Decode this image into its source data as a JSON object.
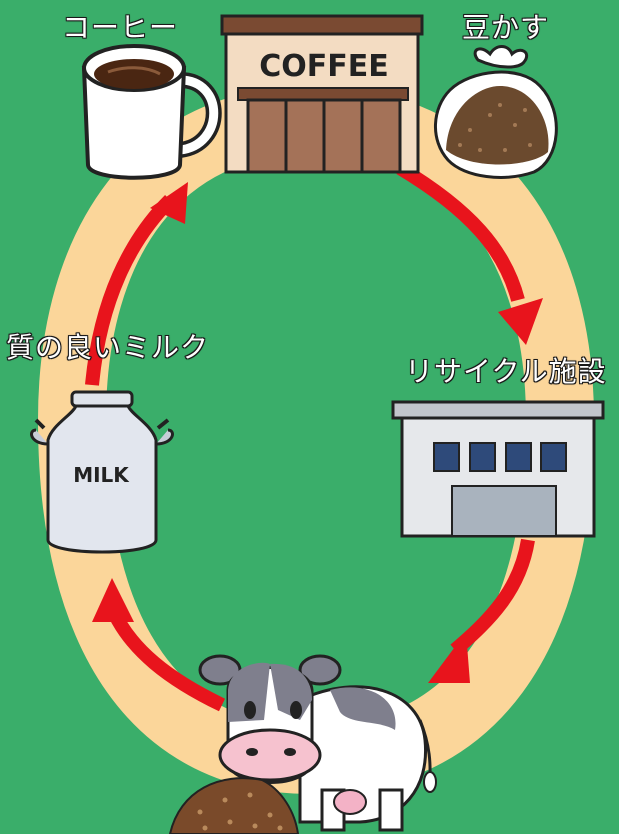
{
  "labels": {
    "coffee": "コーヒー",
    "grounds": "豆かす",
    "recycling": "リサイクル施設",
    "milk": "質の良いミルク"
  },
  "signs": {
    "shop": "COFFEE",
    "can": "MILK"
  },
  "colors": {
    "background": "#3aae6a",
    "loop": "#fbd69a",
    "arrow": "#e8141c"
  }
}
